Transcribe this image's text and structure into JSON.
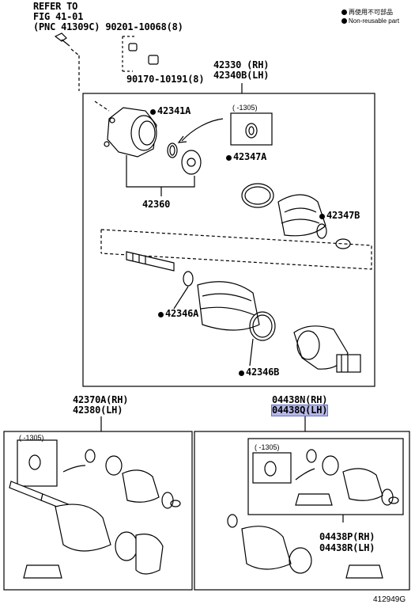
{
  "refer": {
    "line1": "REFER TO",
    "line2": "FIG 41-01",
    "line3": "(PNC 41309C) 90201-10068(8)"
  },
  "legend": {
    "non_reusable_jp": "再使用不可部品",
    "non_reusable_en": "Non-reusable part"
  },
  "part_90170": "90170-10191(8)",
  "assy_main": {
    "rh": "42330 (RH)",
    "lh": "42340B(LH)"
  },
  "parts": {
    "p42341a": "42341A",
    "p42347a": "42347A",
    "p42347b": "42347B",
    "p42360": "42360",
    "p42346a": "42346A",
    "p42346b": "42346B"
  },
  "date_note_main": "( -1305)",
  "assy_left": {
    "rh": "42370A(RH)",
    "lh": "42380(LH)"
  },
  "date_note_left": "( -1305)",
  "assy_right": {
    "rh": "04438N(RH)",
    "lh": "04438Q(LH)"
  },
  "date_note_right": "( -1305)",
  "assy_right_sub": {
    "rh": "04438P(RH)",
    "lh": "04438R(LH)"
  },
  "figure_id": "412949G",
  "colors": {
    "highlight": "#b5b8e8",
    "line": "#000000"
  }
}
